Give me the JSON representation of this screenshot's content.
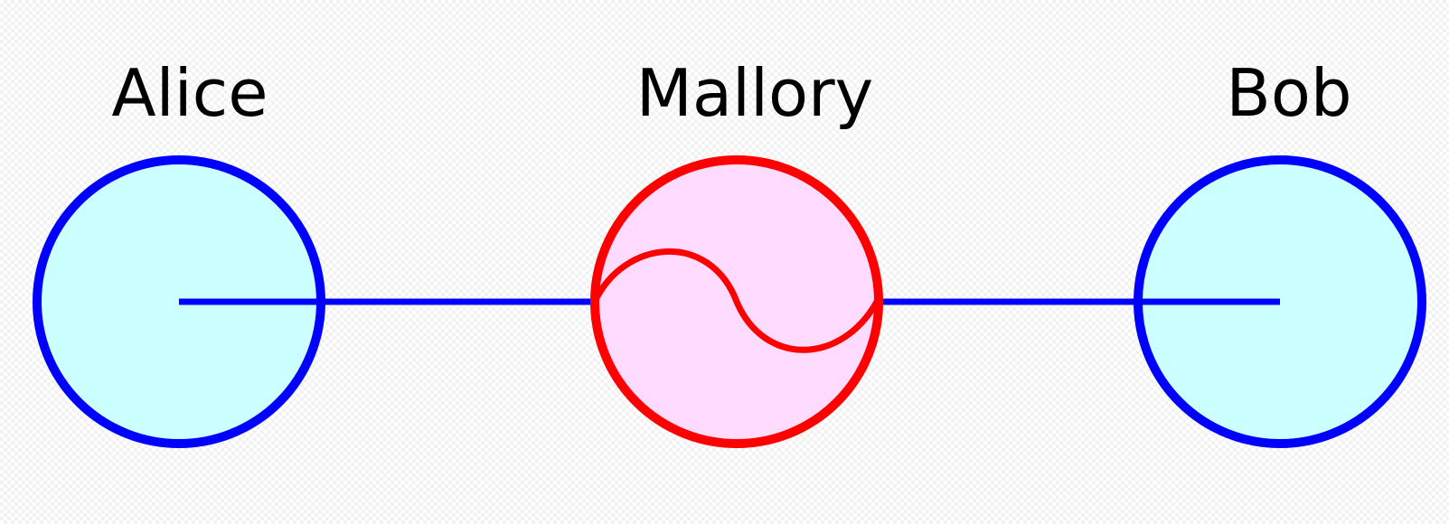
{
  "diagram": {
    "nodes": [
      {
        "id": "alice",
        "label": "Alice",
        "role": "endpoint"
      },
      {
        "id": "mallory",
        "label": "Mallory",
        "role": "interceptor"
      },
      {
        "id": "bob",
        "label": "Bob",
        "role": "endpoint"
      }
    ],
    "edges": [
      {
        "from": "alice",
        "to": "mallory"
      },
      {
        "from": "mallory",
        "to": "bob"
      }
    ]
  },
  "colors": {
    "endpoint_stroke": "#0000ff",
    "endpoint_fill": "#ccffff",
    "interceptor_stroke": "#ff0000",
    "interceptor_fill": "#ffdcff",
    "link": "#0000ff",
    "text": "#000000"
  }
}
